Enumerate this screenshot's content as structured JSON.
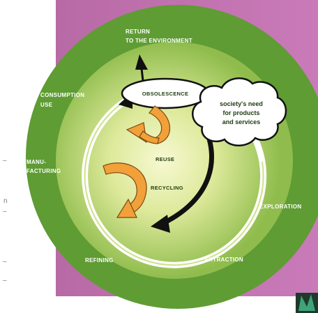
{
  "colors": {
    "background": "#c472b0",
    "outer_ring": "#5e9a33",
    "inner_glow": "#f3f6bb",
    "white_path": "#ffffff",
    "black_arrow": "#111111",
    "orange_arrow": "#f2a03a"
  },
  "labels": {
    "return_line1": "RETURN",
    "return_line2": "TO THE ENVIRONMENT",
    "consumption_line1": "CONSUMPTION",
    "consumption_line2": "USE",
    "manufacturing_line1": "MANU-",
    "manufacturing_line2": "FACTURING",
    "refining": "REFINING",
    "extraction": "EXTRACTION",
    "exploration": "EXPLORATION",
    "obsolescence": "OBSOLESCENCE",
    "reuse": "REUSE",
    "recycling": "RECYCLING"
  },
  "cloud": {
    "line1": "society's need",
    "line2": "for products",
    "line3": "and services"
  },
  "page_edge_marks": {
    "m1": "–",
    "m2": "n",
    "m3": "–",
    "m4": "–",
    "m5": "–"
  }
}
